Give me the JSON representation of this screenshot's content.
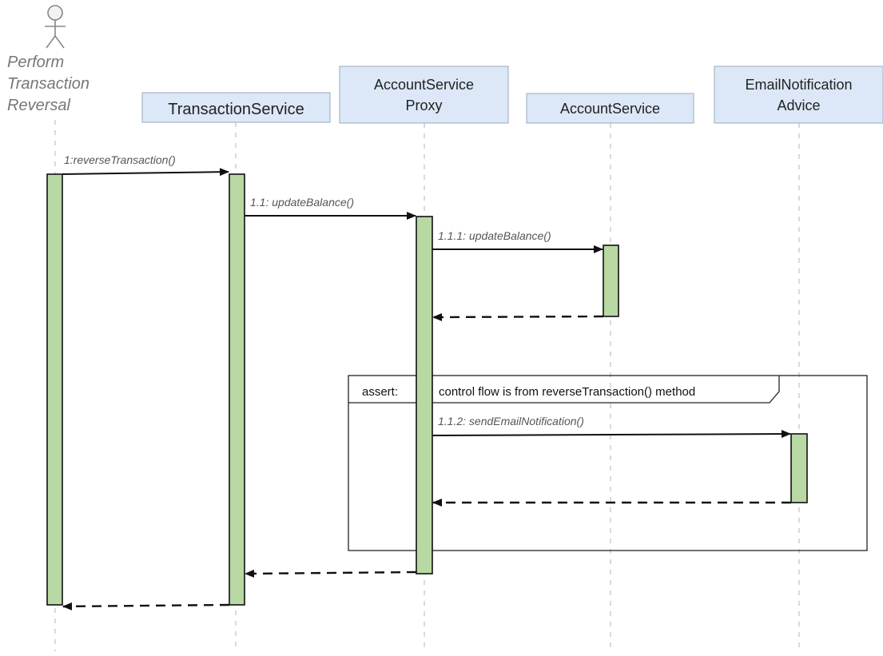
{
  "actor": {
    "icon": "stick-figure-icon",
    "label_lines": [
      "Perform",
      "Transaction",
      "Reversal"
    ]
  },
  "participants": [
    {
      "id": "transaction-service",
      "label_lines": [
        "TransactionService"
      ]
    },
    {
      "id": "account-service-proxy",
      "label_lines": [
        "AccountService",
        "Proxy"
      ]
    },
    {
      "id": "account-service",
      "label_lines": [
        "AccountService"
      ]
    },
    {
      "id": "email-notification-advice",
      "label_lines": [
        "EmailNotification",
        "Advice"
      ]
    }
  ],
  "messages": [
    {
      "id": "m1",
      "label": "1:reverseTransaction()",
      "kind": "call",
      "from": "actor",
      "to": "transaction-service"
    },
    {
      "id": "m1-1",
      "label": "1.1: updateBalance()",
      "kind": "call",
      "from": "transaction-service",
      "to": "account-service-proxy"
    },
    {
      "id": "m1-1-1",
      "label": "1.1.1: updateBalance()",
      "kind": "call",
      "from": "account-service-proxy",
      "to": "account-service"
    },
    {
      "id": "r1-1-1",
      "label": "",
      "kind": "return",
      "from": "account-service",
      "to": "account-service-proxy"
    },
    {
      "id": "m1-1-2",
      "label": "1.1.2: sendEmailNotification()",
      "kind": "call",
      "from": "account-service-proxy",
      "to": "email-notification-advice"
    },
    {
      "id": "r1-1-2",
      "label": "",
      "kind": "return",
      "from": "email-notification-advice",
      "to": "account-service-proxy"
    },
    {
      "id": "r1-1",
      "label": "",
      "kind": "return",
      "from": "account-service-proxy",
      "to": "transaction-service"
    },
    {
      "id": "r1",
      "label": "",
      "kind": "return",
      "from": "transaction-service",
      "to": "actor"
    }
  ],
  "fragment": {
    "operator": "assert:",
    "guard": "control flow is from reverseTransaction() method"
  },
  "colors": {
    "participant_fill": "#dce8f8",
    "participant_stroke": "#9aaabb",
    "activation_fill": "#b8d8a4",
    "line": "#111111",
    "lifeline": "#b5b5b5",
    "actor": "#888888"
  }
}
